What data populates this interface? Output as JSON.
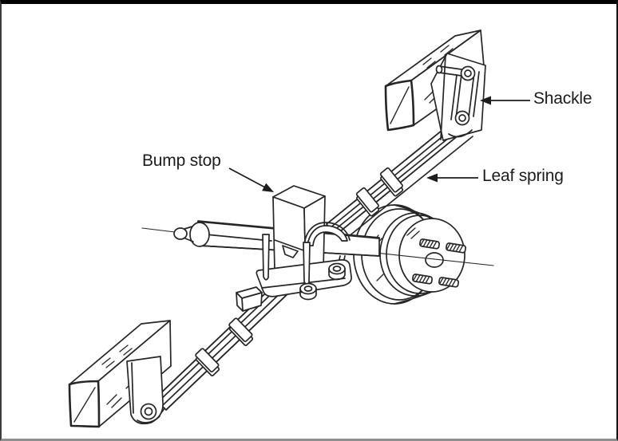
{
  "figure": {
    "background": "#ffffff",
    "line_color": "#262626",
    "text_color": "#1c1c1c",
    "border_top_color": "#000000",
    "labels": {
      "bump_stop": "Bump stop",
      "shackle": "Shackle",
      "leaf_spring": "Leaf spring"
    }
  }
}
